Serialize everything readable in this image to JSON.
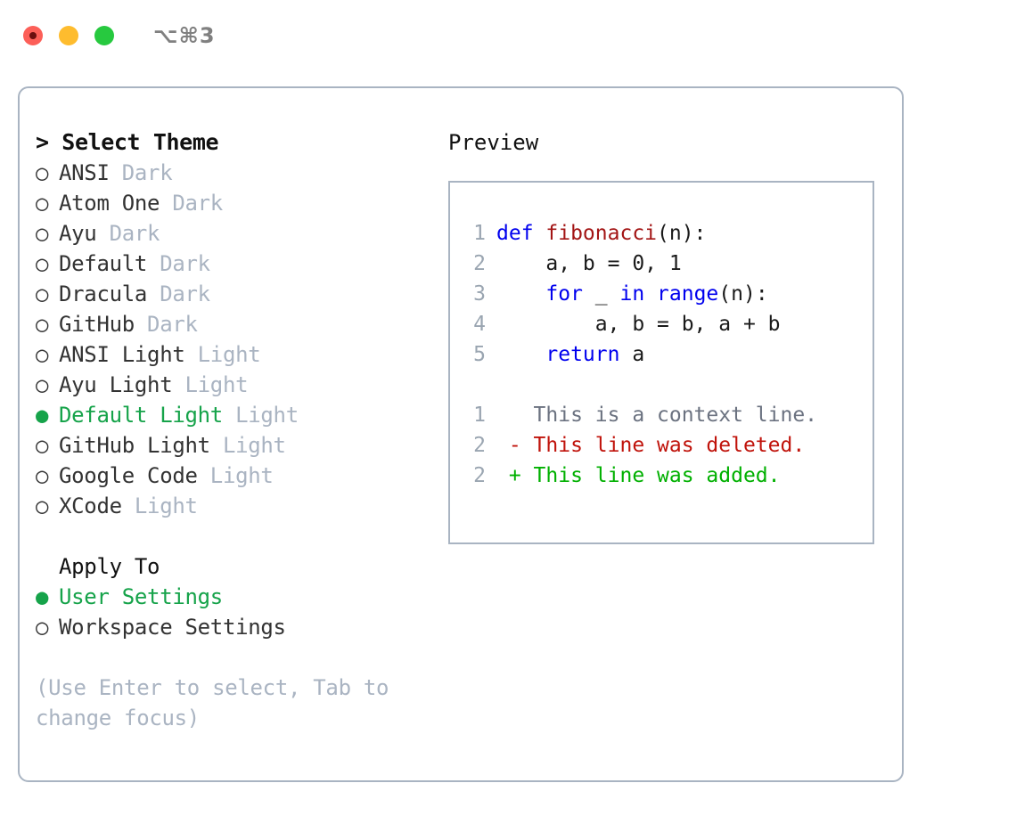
{
  "window": {
    "traffic_lights": [
      {
        "name": "close-button",
        "color": "#fc5f58"
      },
      {
        "name": "minimize-button",
        "color": "#febc2e"
      },
      {
        "name": "maximize-button",
        "color": "#27c93f"
      }
    ],
    "shortcut": "⌥⌘3"
  },
  "theme_picker": {
    "title": "> Select Theme",
    "bullet_unselected": "○",
    "bullet_selected": "●",
    "selected_index": 8,
    "items": [
      {
        "name": "ANSI",
        "tag": "Dark",
        "selected": false
      },
      {
        "name": "Atom One",
        "tag": "Dark",
        "selected": false
      },
      {
        "name": "Ayu",
        "tag": "Dark",
        "selected": false
      },
      {
        "name": "Default",
        "tag": "Dark",
        "selected": false
      },
      {
        "name": "Dracula",
        "tag": "Dark",
        "selected": false
      },
      {
        "name": "GitHub",
        "tag": "Dark",
        "selected": false
      },
      {
        "name": "ANSI Light",
        "tag": "Light",
        "selected": false
      },
      {
        "name": "Ayu Light",
        "tag": "Light",
        "selected": false
      },
      {
        "name": "Default Light",
        "tag": "Light",
        "selected": true
      },
      {
        "name": "GitHub Light",
        "tag": "Light",
        "selected": false
      },
      {
        "name": "Google Code",
        "tag": "Light",
        "selected": false
      },
      {
        "name": "XCode",
        "tag": "Light",
        "selected": false
      }
    ]
  },
  "apply_to": {
    "title": "Apply To",
    "items": [
      {
        "name": "User Settings",
        "selected": true
      },
      {
        "name": "Workspace Settings",
        "selected": false
      }
    ]
  },
  "hint": "(Use Enter to select, Tab to change focus)",
  "preview": {
    "title": "Preview",
    "code_lines": [
      {
        "num": "1",
        "tokens": [
          {
            "t": "def ",
            "c": "kw"
          },
          {
            "t": "fibonacci",
            "c": "fn"
          },
          {
            "t": "(n):",
            "c": "plain"
          }
        ]
      },
      {
        "num": "2",
        "tokens": [
          {
            "t": "    a, b = 0, 1",
            "c": "plain"
          }
        ]
      },
      {
        "num": "3",
        "tokens": [
          {
            "t": "    ",
            "c": "plain"
          },
          {
            "t": "for",
            "c": "kw"
          },
          {
            "t": " _ ",
            "c": "plain"
          },
          {
            "t": "in",
            "c": "kw"
          },
          {
            "t": " ",
            "c": "plain"
          },
          {
            "t": "range",
            "c": "kw"
          },
          {
            "t": "(n):",
            "c": "plain"
          }
        ]
      },
      {
        "num": "4",
        "tokens": [
          {
            "t": "        a, b = b, a + b",
            "c": "plain"
          }
        ]
      },
      {
        "num": "5",
        "tokens": [
          {
            "t": "    ",
            "c": "plain"
          },
          {
            "t": "return",
            "c": "kw"
          },
          {
            "t": " a",
            "c": "plain"
          }
        ]
      }
    ],
    "diff_lines": [
      {
        "num": "1",
        "marker": " ",
        "text": " This is a context line.",
        "kind": "ctx"
      },
      {
        "num": "2",
        "marker": "-",
        "text": " This line was deleted.",
        "kind": "del"
      },
      {
        "num": "2",
        "marker": "+",
        "text": " This line was added.",
        "kind": "add"
      }
    ]
  },
  "colors": {
    "accent_green": "#16a34a",
    "border": "#a9b4c2",
    "muted": "#aab4c2",
    "keyword_blue": "#0000ee",
    "function_red": "#a31515",
    "diff_added": "#00b000",
    "diff_deleted": "#c0130b"
  }
}
